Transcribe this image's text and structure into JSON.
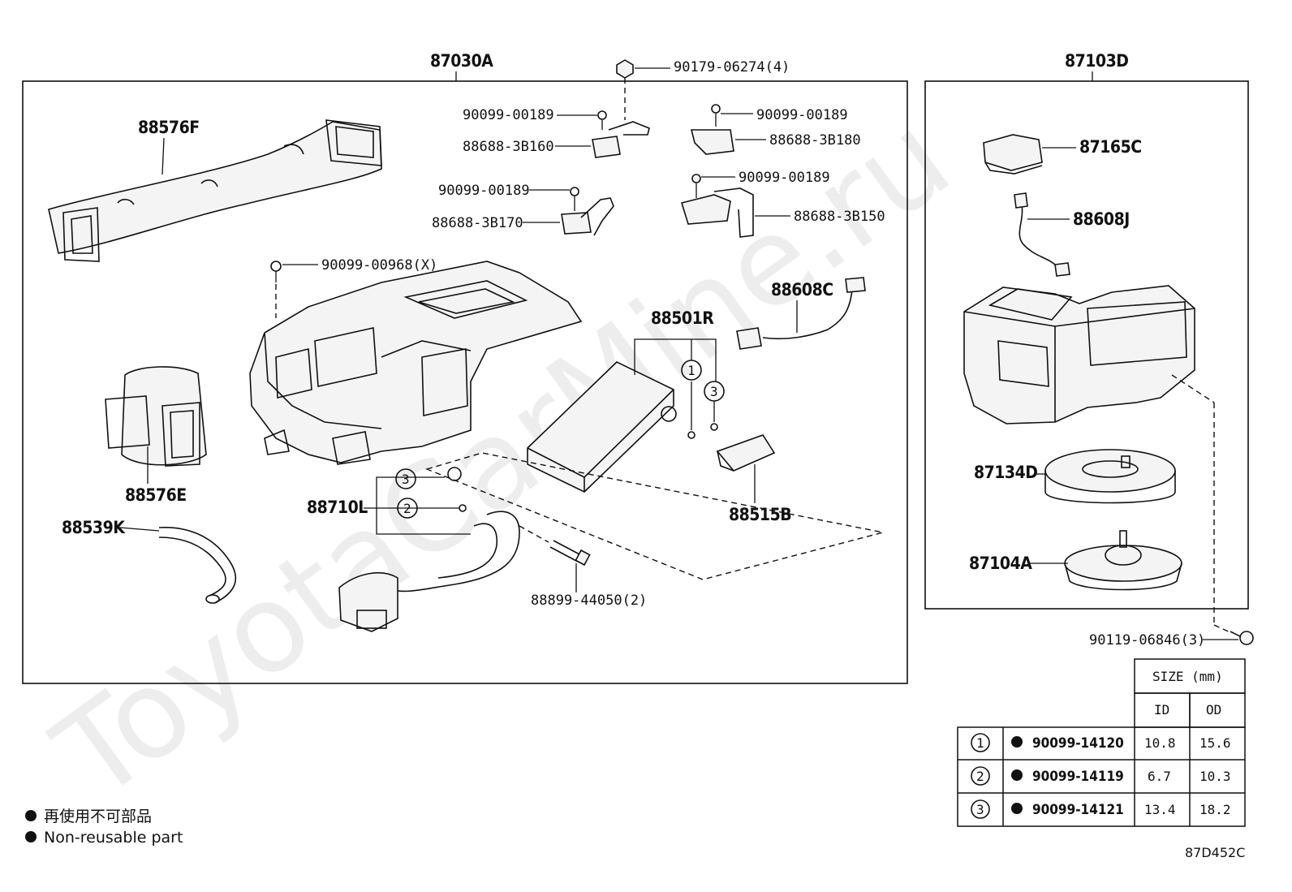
{
  "watermark": "ToyotaCarMine.ru",
  "groups": {
    "main": "87030A",
    "blower": "87103D"
  },
  "labels": {
    "duct_upper": "88576F",
    "duct_side": "88576E",
    "hose": "88539K",
    "case_screw": "90099-00968(X)",
    "top_screw": "90179-06274(4)",
    "screw_a": "90099-00189",
    "servo_a": "88688-3B160",
    "screw_b": "90099-00189",
    "servo_b": "88688-3B180",
    "screw_c": "90099-00189",
    "servo_c": "88688-3B170",
    "screw_d": "90099-00189",
    "servo_d": "88688-3B150",
    "harness_main": "88608C",
    "evaporator": "88501R",
    "exp_valve": "88710L",
    "thermistor": "88515B",
    "valve_bolt": "88899-44050(2)",
    "resistor": "87165C",
    "harness_blower": "88608J",
    "fan": "87134D",
    "motor": "87104A",
    "blower_screw": "90119-06846(3)"
  },
  "callouts": {
    "c1": "1",
    "c2": "2",
    "c3": "3"
  },
  "size_table": {
    "title": "SIZE (mm)",
    "col_id": "ID",
    "col_od": "OD",
    "rows": [
      {
        "no": "1",
        "part": "90099-14120",
        "id": "10.8",
        "od": "15.6"
      },
      {
        "no": "2",
        "part": "90099-14119",
        "id": "6.7",
        "od": "10.3"
      },
      {
        "no": "3",
        "part": "90099-14121",
        "id": "13.4",
        "od": "18.2"
      }
    ]
  },
  "legend": {
    "line_jp": "再使用不可部品",
    "line_en": "Non-reusable part"
  },
  "diagram_code": "87D452C"
}
